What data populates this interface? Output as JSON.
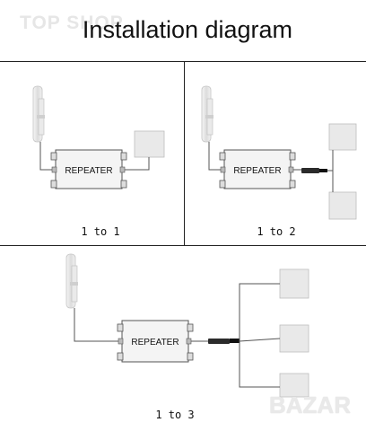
{
  "header": {
    "title": "Installation diagram",
    "watermark": "TOP SHOP"
  },
  "panels": [
    {
      "caption": "1 to 1",
      "box_label": "REPEATER"
    },
    {
      "caption": "1 to 2",
      "box_label": "REPEATER"
    },
    {
      "caption": "1 to 3",
      "box_label": "REPEATER"
    }
  ],
  "footer": {
    "logo": "BAZAR"
  },
  "colors": {
    "line": "#555555",
    "panel_fill": "#e9e9e9",
    "box_fill": "#f4f4f4"
  }
}
